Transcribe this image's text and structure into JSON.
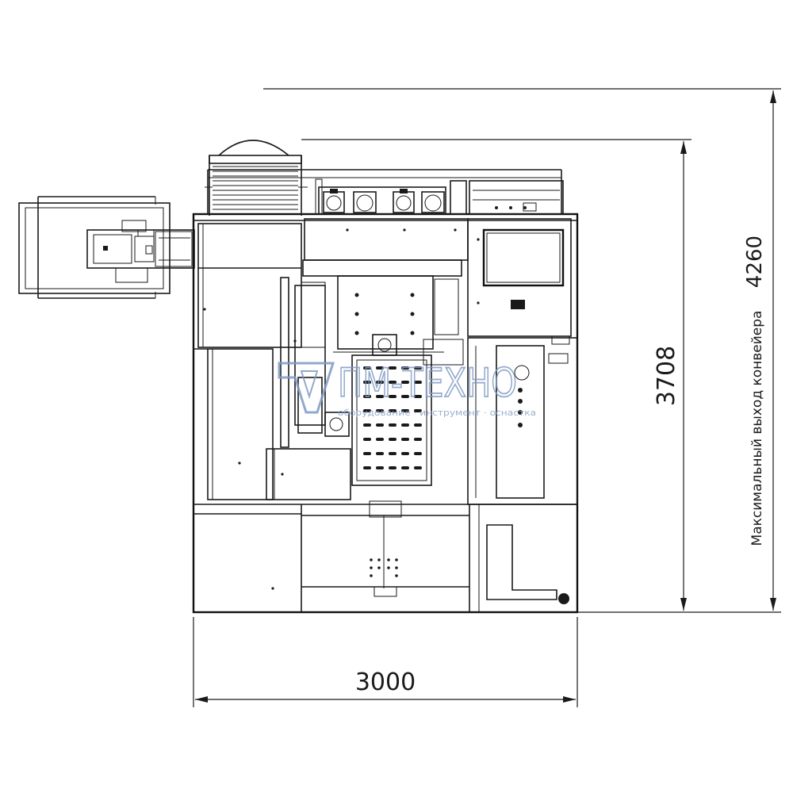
{
  "dimensions": {
    "width_label": "3000",
    "height_label": "3708",
    "max_height_label": "4260",
    "max_height_caption": "Максимальный выход конвейера"
  },
  "watermark": {
    "brand": "ПМ-ТЕХНО",
    "tagline": "оборудование · инструмент · оснастка"
  }
}
